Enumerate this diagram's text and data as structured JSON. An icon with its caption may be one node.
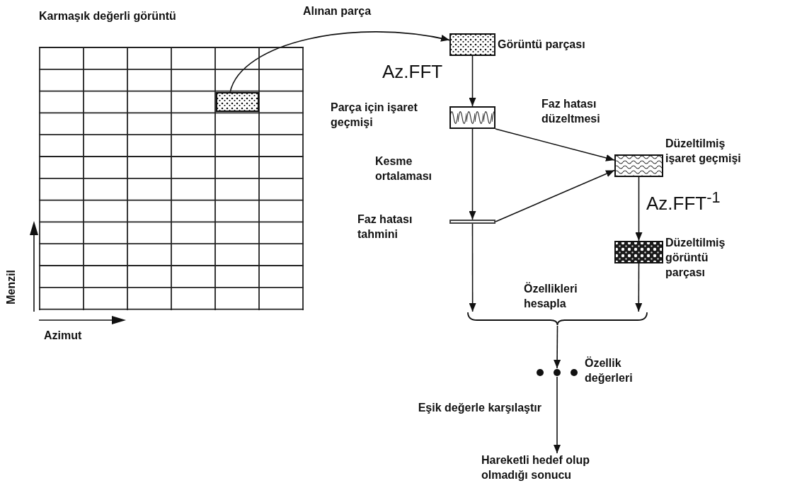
{
  "diagram": {
    "nodes": [
      {
        "text": [
          "Karmaşık değerli görüntü"
        ]
      },
      {
        "text": [],
        "shape": "box",
        "in": 0
      },
      {
        "text": [],
        "shape": "box",
        "beside": [
          "Görüntü parçası"
        ]
      },
      {
        "text": [],
        "shape": "box",
        "beside": [
          "Parça için işaret geçmişi"
        ]
      },
      {
        "text": [],
        "shape": "bar",
        "beside": [
          "Faz hatası tahmini"
        ]
      },
      {
        "text": [],
        "shape": "box",
        "beside": [
          "Düzeltilmiş işaret geçmişi"
        ]
      },
      {
        "text": [],
        "shape": "box",
        "beside": [
          "Düzeltilmiş görüntü parçası"
        ]
      },
      {
        "text": [],
        "shape": "brace",
        "beside": [
          "Özellikleri hesapla"
        ]
      },
      {
        "text": [],
        "shape": "dots",
        "beside": [
          "Özellik değerleri"
        ]
      },
      {
        "text": [
          "Hareketli hedef olup olmadığı sonucu"
        ]
      }
    ],
    "edges": [
      {
        "from": 1,
        "to": 2,
        "arrow": "to",
        "label": "Alınan parça"
      },
      {
        "from": 2,
        "to": 3,
        "arrow": "to",
        "label": "Az.FFT"
      },
      {
        "from": 3,
        "to": 4,
        "arrow": "to",
        "label": "Kesme ortalaması"
      },
      {
        "from": 3,
        "to": 5,
        "arrow": "to",
        "label": "Faz hatası düzeltmesi"
      },
      {
        "from": 4,
        "to": 5,
        "arrow": "to"
      },
      {
        "from": 5,
        "to": 6,
        "arrow": "to",
        "label": "Az.FFT$^{-1}$"
      },
      {
        "from": 4,
        "to": 7,
        "arrow": "to"
      },
      {
        "from": 6,
        "to": 7,
        "arrow": "to"
      },
      {
        "from": 7,
        "to": 8,
        "arrow": "to"
      },
      {
        "from": 8,
        "to": 9,
        "arrow": "to",
        "label": "Eşik değerle karşılaştır"
      }
    ],
    "labels": [
      "Menzil",
      "Azimut"
    ]
  }
}
